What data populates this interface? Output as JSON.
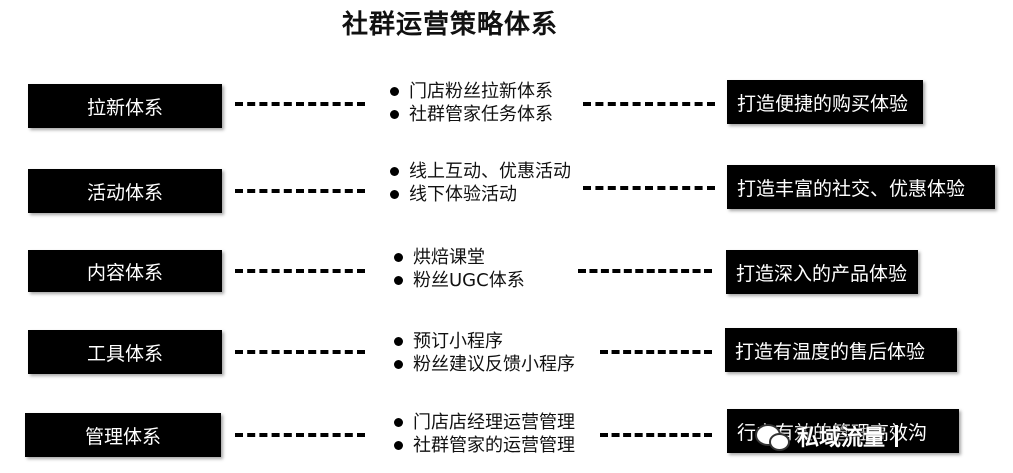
{
  "title": "社群运营策略体系",
  "rows": [
    {
      "left": "拉新体系",
      "bullets": [
        "门店粉丝拉新体系",
        "社群管家任务体系"
      ],
      "right": "打造便捷的购买体验"
    },
    {
      "left": "活动体系",
      "bullets": [
        "线上互动、优惠活动",
        "线下体验活动"
      ],
      "right": "打造丰富的社交、优惠体验"
    },
    {
      "left": "内容体系",
      "bullets": [
        "烘焙课堂",
        "粉丝UGC体系"
      ],
      "right": "打造深入的产品体验"
    },
    {
      "left": "工具体系",
      "bullets": [
        "预订小程序",
        "粉丝建议反馈小程序"
      ],
      "right": "打造有温度的售后体验"
    },
    {
      "left": "管理体系",
      "bullets": [
        "门店店经理运营管理",
        "社群管家的运营管理"
      ],
      "right": "行之有效的管理高效沟"
    }
  ],
  "watermark": {
    "icon": "wechat-icon",
    "text": "私域流量"
  }
}
